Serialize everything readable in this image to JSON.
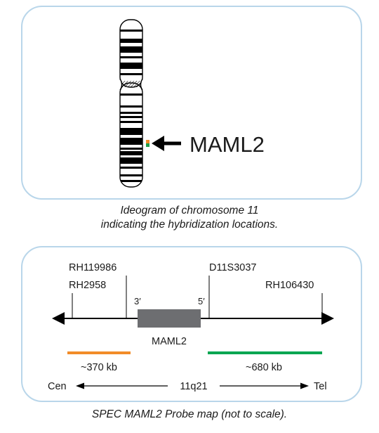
{
  "ideogram": {
    "gene_label": "MAML2",
    "probe_colors": {
      "orange": "#f28c28",
      "green": "#1f9e4a"
    }
  },
  "caption_top": {
    "line1": "Ideogram of chromosome 11",
    "line2": "indicating the hybridization locations."
  },
  "probe_map": {
    "markers": {
      "rh119986": "RH119986",
      "rh2958": "RH2958",
      "d11s3037": "D11S3037",
      "rh106430": "RH106430"
    },
    "gene": {
      "label": "MAML2",
      "end_3": "3′",
      "end_5": "5′",
      "color": "#6d6e71"
    },
    "probe_left": {
      "size": "~370 kb",
      "color": "#f28c28"
    },
    "probe_right": {
      "size": "~680 kb",
      "color": "#00a651"
    },
    "orientation": {
      "left": "Cen",
      "center": "11q21",
      "right": "Tel"
    }
  },
  "caption_bottom": "SPEC MAML2 Probe map (not to scale)."
}
